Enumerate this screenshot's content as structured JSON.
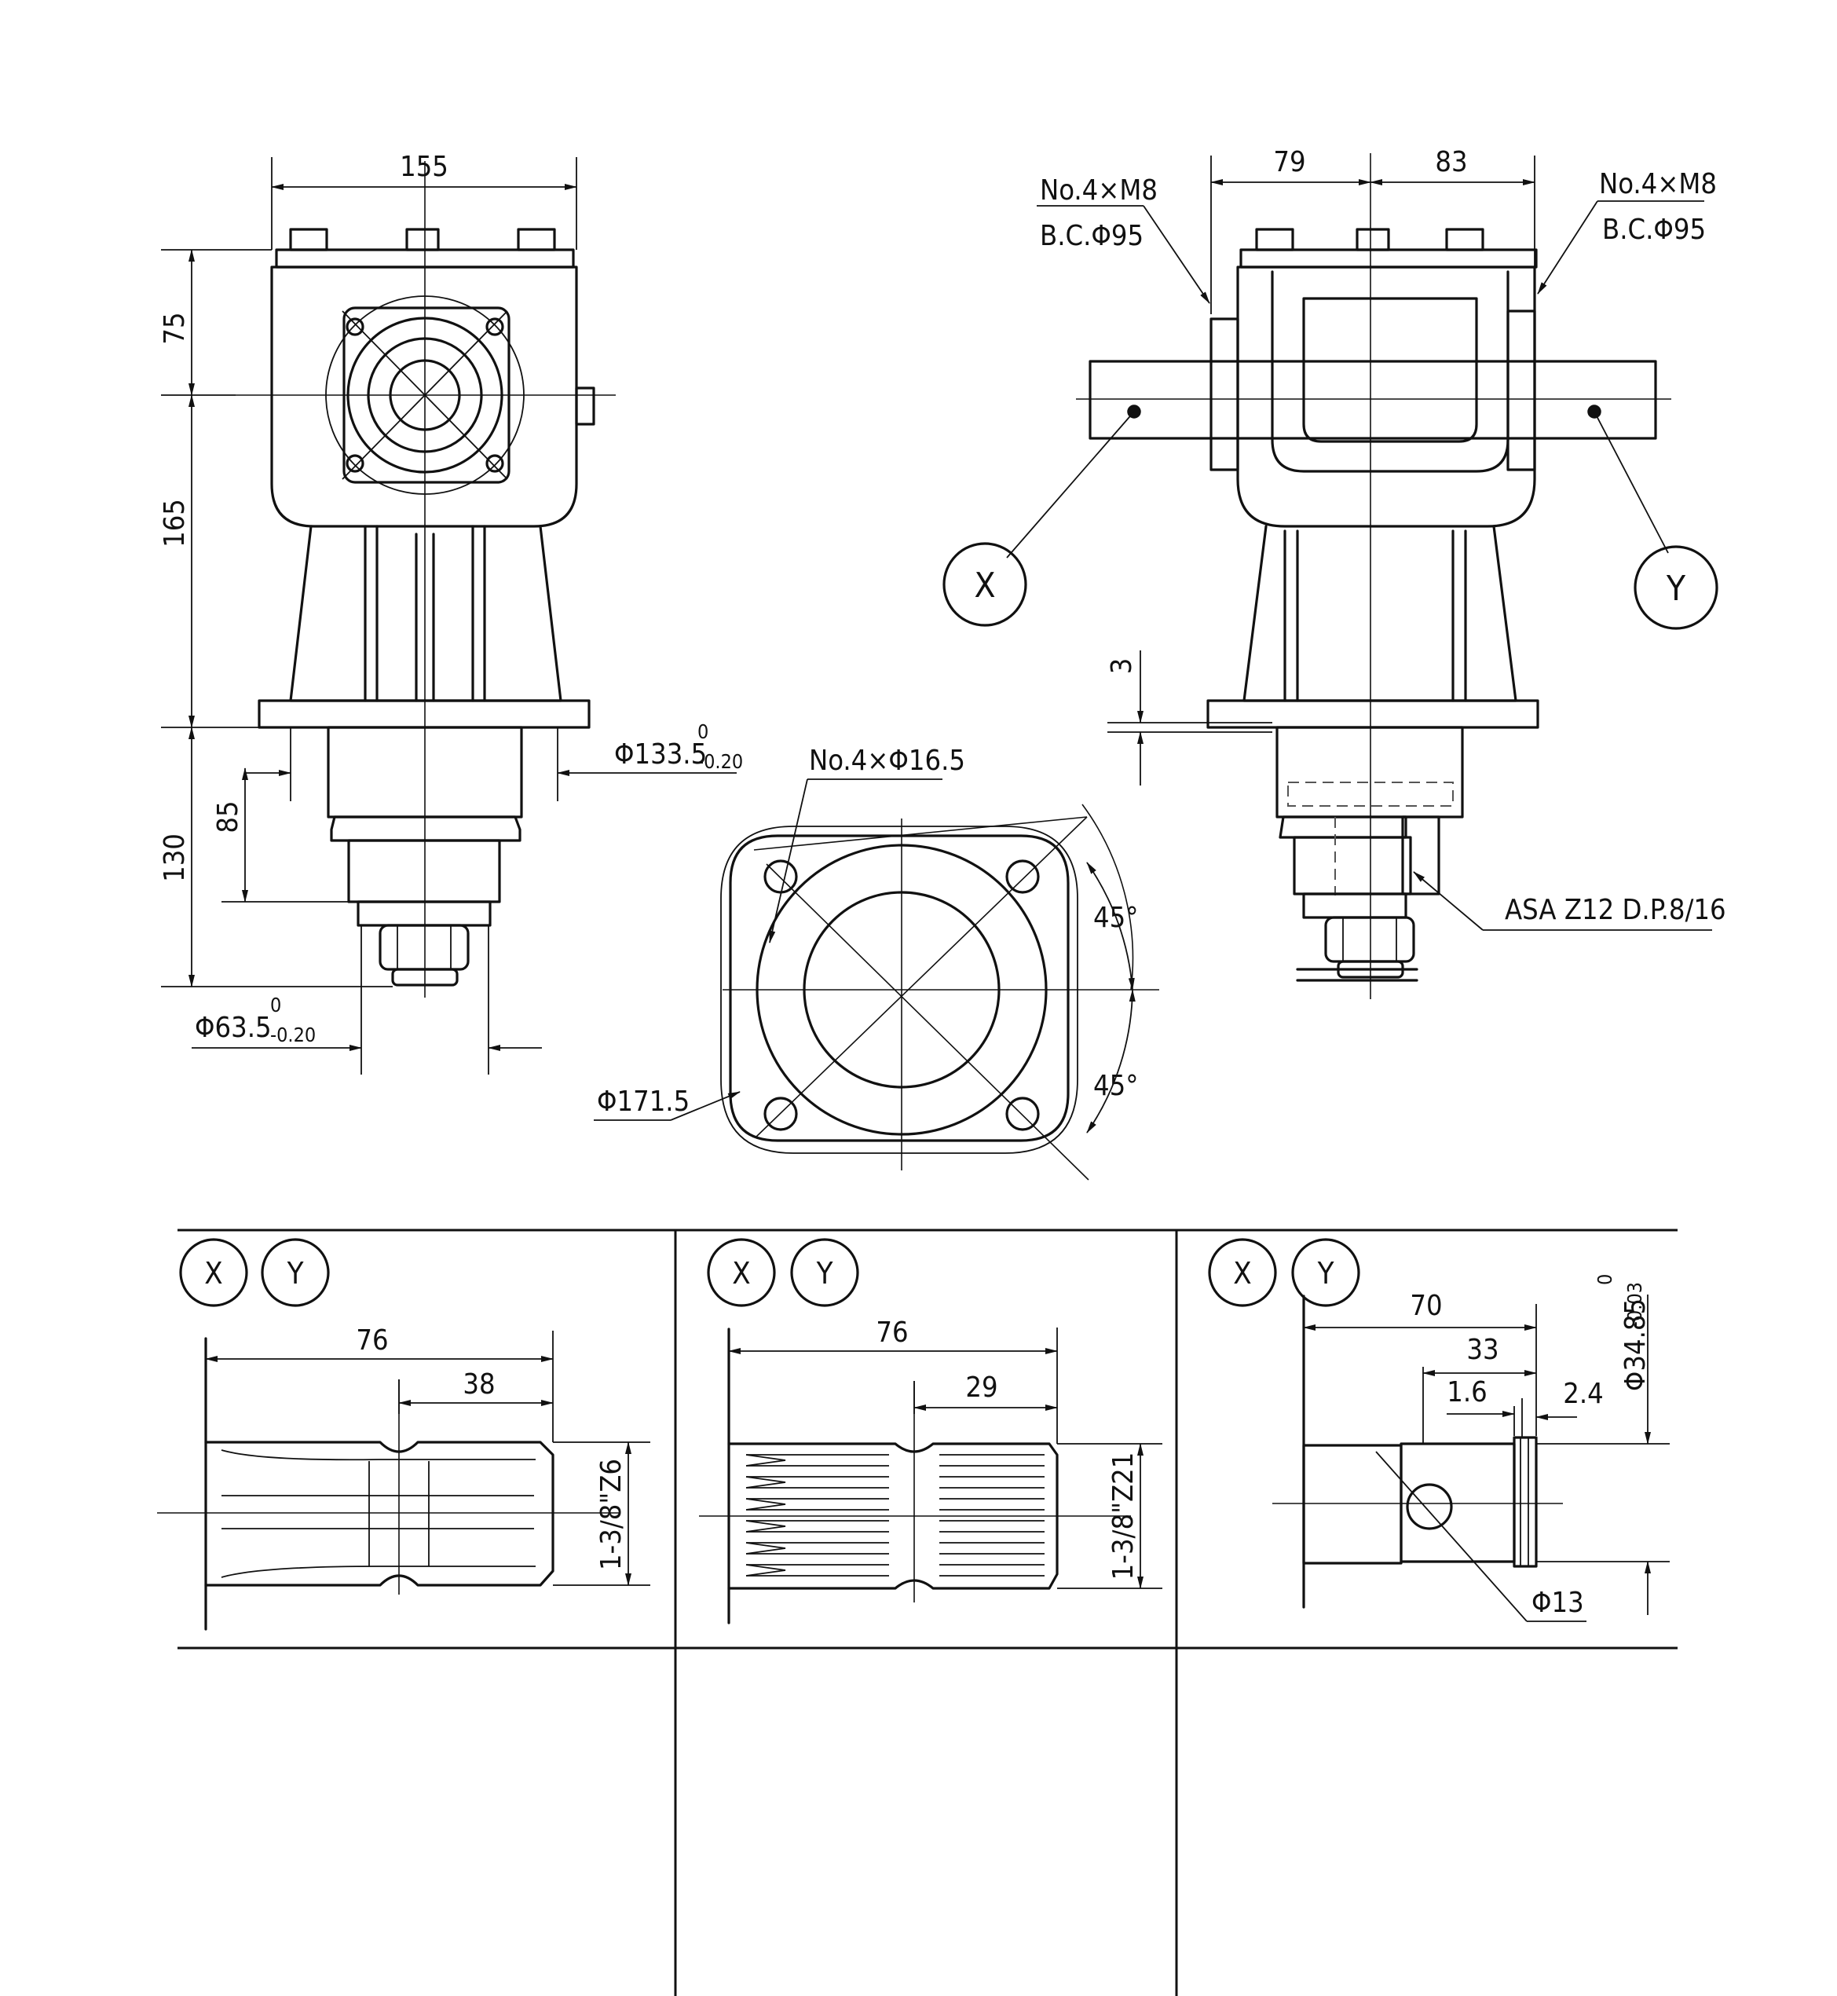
{
  "front_view": {
    "dim_width": "155",
    "dim_top": "75",
    "dim_body": "165",
    "dim_lower": "130",
    "dim_stub": "85",
    "dia_flange_main": "Φ133.5",
    "dia_flange_tol_up": "0",
    "dia_flange_tol_low": "-0.20",
    "dia_hub_main": "Φ63.5",
    "dia_hub_tol_up": "0",
    "dia_hub_tol_low": "-0.20"
  },
  "side_view": {
    "dim_left": "79",
    "dim_right": "83",
    "bolt_left_line1": "No.4×M8",
    "bolt_left_line2": "B.C.Φ95",
    "bolt_right_line1": "No.4×M8",
    "bolt_right_line2": "B.C.Φ95",
    "tag_x": "X",
    "tag_y": "Y",
    "dim_flange_thk": "3",
    "gear_note": "ASA Z12 D.P.8/16"
  },
  "bottom_view": {
    "holes_note": "No.4×Φ16.5",
    "angle_top": "45°",
    "angle_bottom": "45°",
    "dia_outer": "Φ171.5"
  },
  "shaft_options": [
    {
      "tag_x": "X",
      "tag_y": "Y",
      "dim_length": "76",
      "dim_partial": "38",
      "spline": "1-3/8\"Z6"
    },
    {
      "tag_x": "X",
      "tag_y": "Y",
      "dim_length": "76",
      "dim_partial": "29",
      "spline": "1-3/8\"Z21"
    },
    {
      "tag_x": "X",
      "tag_y": "Y",
      "dim_length": "70",
      "dim_mid": "33",
      "dim_a": "1.6",
      "dim_b": "2.4",
      "dia_main": "Φ34.85",
      "dia_tol_up": "0",
      "dia_tol_low": "-0.03",
      "dia_hole": "Φ13"
    }
  ]
}
